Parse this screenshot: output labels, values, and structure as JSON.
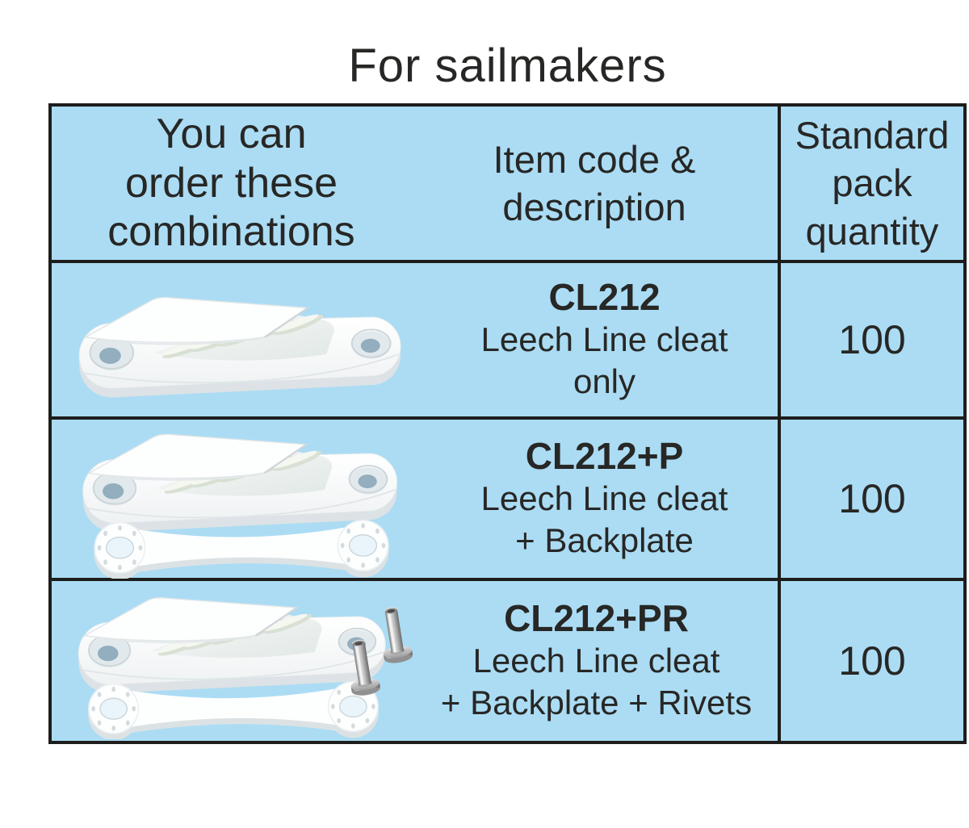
{
  "page": {
    "title": "For sailmakers"
  },
  "table": {
    "header": {
      "combinations": "You can\norder these\ncombinations",
      "item": "Item code &\ndescription",
      "qty": "Standard\npack\nquantity"
    },
    "rows": [
      {
        "image": "leech-line-cleat",
        "code": "CL212",
        "description": "Leech Line cleat\nonly",
        "qty": "100"
      },
      {
        "image": "leech-line-cleat-with-backplate",
        "code": "CL212+P",
        "description": "Leech Line cleat\n+ Backplate",
        "qty": "100"
      },
      {
        "image": "leech-line-cleat-with-backplate-and-rivets",
        "code": "CL212+PR",
        "description": "Leech Line cleat\n+ Backplate + Rivets",
        "qty": "100"
      }
    ],
    "colors": {
      "cell_background": "#abdcf4",
      "border": "#1d1d1b",
      "text": "#272725",
      "product_white": "#ffffff",
      "rivet_metal": "#bdbdbd"
    }
  }
}
